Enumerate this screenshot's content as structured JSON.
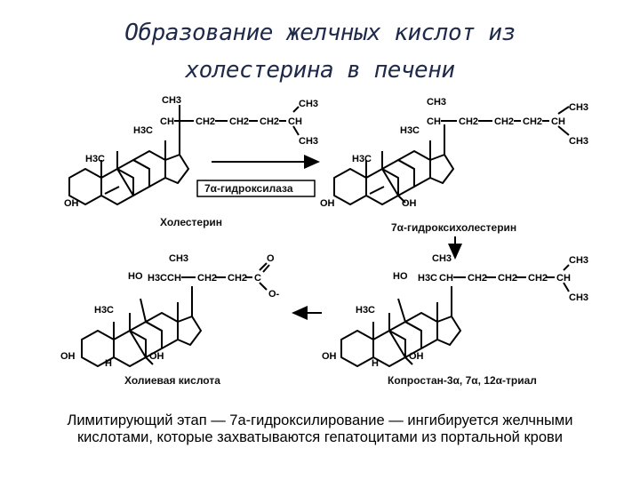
{
  "title": {
    "line1": "Образование желчных кислот из",
    "line2": "холестерина в печени"
  },
  "compounds": {
    "cholesterol": "Холестерин",
    "hydroxycholesterol": "7α-гидроксихолестерин",
    "coprostane": "Копростан-3α, 7α, 12α-триал",
    "cholic_acid": "Холиевая кислота"
  },
  "enzyme": "7α-гидроксилаза",
  "atoms": {
    "ch3": "CH3",
    "ch": "CH",
    "ch2": "CH2",
    "h3c": "H3C",
    "oh": "OH",
    "ho": "HO",
    "h": "H",
    "c": "C",
    "o": "O",
    "o_minus": "O-"
  },
  "caption": "Лимитирующий этап — 7a-гидроксилирование — ингибируется желчными кислотами, которые захватываются гепатоцитами из портальной крови",
  "colors": {
    "title": "#1f2a4a",
    "lines": "#000000"
  }
}
